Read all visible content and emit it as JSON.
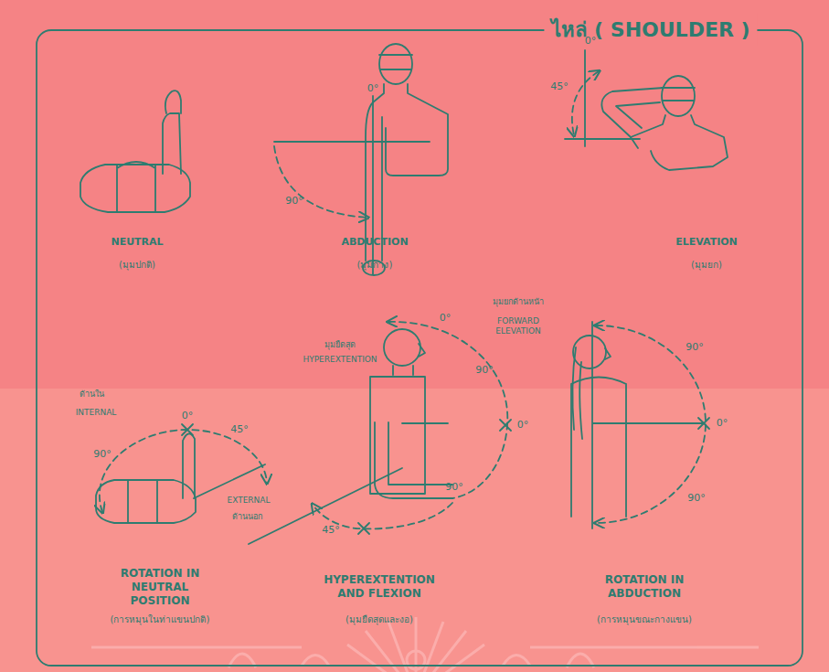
{
  "diagram": {
    "title": "ไหล่ ( SHOULDER )",
    "labels": [
      "NEUTRAL",
      "(มุมปกติ)",
      "0°",
      "90°",
      "ABDUCTION",
      "(มุมกาง)",
      "0°",
      "45°",
      "ELEVATION",
      "(มุมยก)",
      "มุมยกด้านหน้า",
      "FORWARD ELEVATION",
      "0°",
      "มุมยืดสุด",
      "HYPEREXTENTION",
      "90°",
      "90°",
      "ด้านใน",
      "INTERNAL",
      "0°",
      "45°",
      "0°",
      "0°",
      "90°",
      "90°",
      "90°",
      "EXTERNAL",
      "ด้านนอก",
      "45°",
      "ROTATION IN NEUTRAL POSITION",
      "(การหมุนในท่าแขนปกติ)",
      "HYPEREXTENTION AND FLEXION",
      "(มุมยืดสุดและงอ)",
      "ROTATION IN ABDUCTION",
      "(การหมุนขณะกางแขน)"
    ]
  }
}
